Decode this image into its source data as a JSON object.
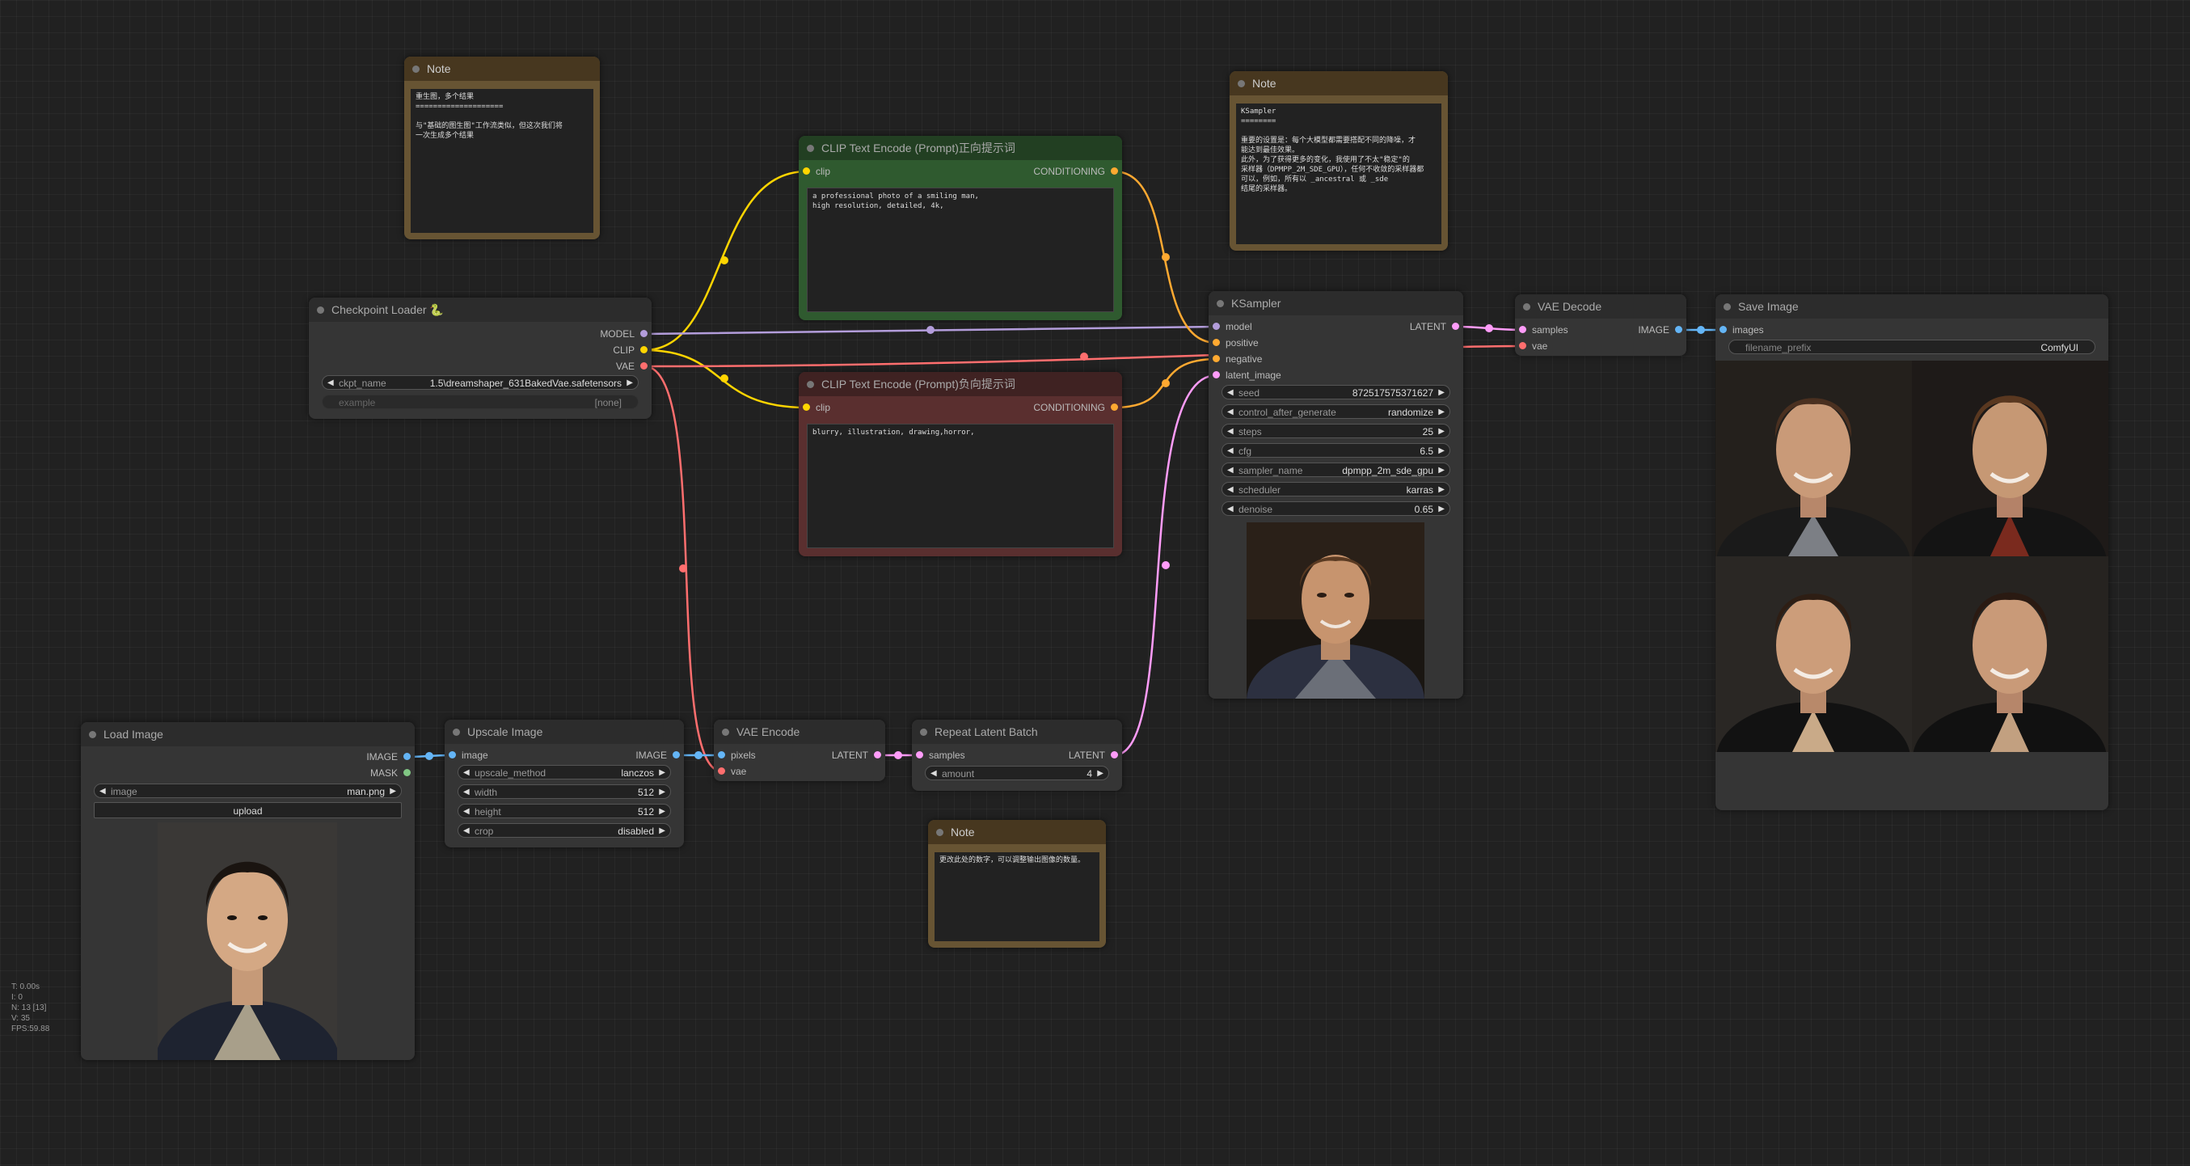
{
  "notes": {
    "note1": {
      "title": "Note",
      "text": "重生图，多个结果\n====================\n\n与\"基础的图生图\"工作流类似，但这次我们将\n一次生成多个结果"
    },
    "note2": {
      "title": "Note",
      "text": "KSampler\n========\n\n重要的设置是：每个大模型都需要搭配不同的降噪，才\n能达到最佳效果。\n此外，为了获得更多的变化，我使用了不太\"稳定\"的\n采样器（DPMPP_2M_SDE_GPU），任何不收敛的采样器都\n可以，例如，所有以 _ancestral 或 _sde\n结尾的采样器。"
    },
    "note3": {
      "title": "Note",
      "text": "更改此处的数字，可以调整输出图像的数量。"
    }
  },
  "clip_pos": {
    "title": "CLIP Text Encode (Prompt)正向提示词",
    "in_clip": "clip",
    "out": "CONDITIONING",
    "text": "a professional photo of a smiling man,\nhigh resolution, detailed, 4k,"
  },
  "clip_neg": {
    "title": "CLIP Text Encode (Prompt)负向提示词",
    "in_clip": "clip",
    "out": "CONDITIONING",
    "text": "blurry, illustration, drawing,horror,"
  },
  "checkpoint": {
    "title": "Checkpoint Loader 🐍",
    "out_model": "MODEL",
    "out_clip": "CLIP",
    "out_vae": "VAE",
    "ckpt_label": "ckpt_name",
    "ckpt_value": "1.5\\dreamshaper_631BakedVae.safetensors",
    "example_label": "example",
    "example_value": "[none]"
  },
  "ksampler": {
    "title": "KSampler",
    "inputs": [
      "model",
      "positive",
      "negative",
      "latent_image"
    ],
    "out": "LATENT",
    "widgets": [
      {
        "label": "seed",
        "value": "872517575371627"
      },
      {
        "label": "control_after_generate",
        "value": "randomize"
      },
      {
        "label": "steps",
        "value": "25"
      },
      {
        "label": "cfg",
        "value": "6.5"
      },
      {
        "label": "sampler_name",
        "value": "dpmpp_2m_sde_gpu"
      },
      {
        "label": "scheduler",
        "value": "karras"
      },
      {
        "label": "denoise",
        "value": "0.65"
      }
    ]
  },
  "vae_decode": {
    "title": "VAE Decode",
    "in_samples": "samples",
    "in_vae": "vae",
    "out": "IMAGE"
  },
  "save_image": {
    "title": "Save Image",
    "in_images": "images",
    "prefix_label": "filename_prefix",
    "prefix_value": "ComfyUI"
  },
  "load_image": {
    "title": "Load Image",
    "out_image": "IMAGE",
    "out_mask": "MASK",
    "image_label": "image",
    "image_value": "man.png",
    "upload_label": "upload"
  },
  "upscale": {
    "title": "Upscale Image",
    "in_image": "image",
    "out": "IMAGE",
    "widgets": [
      {
        "label": "upscale_method",
        "value": "lanczos"
      },
      {
        "label": "width",
        "value": "512"
      },
      {
        "label": "height",
        "value": "512"
      },
      {
        "label": "crop",
        "value": "disabled"
      }
    ]
  },
  "vae_encode": {
    "title": "VAE Encode",
    "in_pixels": "pixels",
    "in_vae": "vae",
    "out": "LATENT"
  },
  "repeat": {
    "title": "Repeat Latent Batch",
    "in_samples": "samples",
    "out": "LATENT",
    "amount_label": "amount",
    "amount_value": "4"
  },
  "stats": {
    "t": "T: 0.00s",
    "i": "I: 0",
    "n": "N: 13 [13]",
    "v": "V: 35",
    "fps": "FPS:59.88"
  },
  "colors": {
    "clip": "#ffd500",
    "conditioning": "#ffa931",
    "model": "#b39ddb",
    "vae": "#ff6e6e",
    "latent": "#ff9cf9",
    "image": "#64b5f6",
    "mask": "#81c784",
    "background": "#212121",
    "node": "#353535"
  }
}
